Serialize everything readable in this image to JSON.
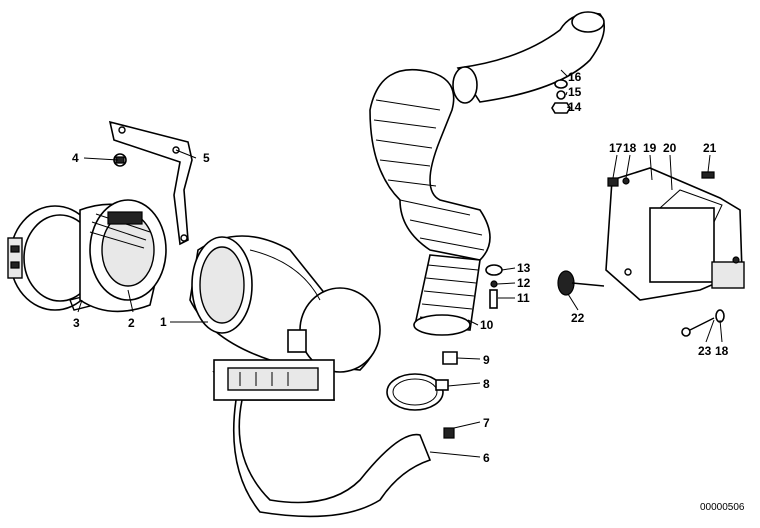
{
  "diagram": {
    "reference_code": "00000506",
    "callouts": [
      {
        "id": "c1",
        "text": "1"
      },
      {
        "id": "c2",
        "text": "2"
      },
      {
        "id": "c3",
        "text": "3"
      },
      {
        "id": "c4",
        "text": "4"
      },
      {
        "id": "c5",
        "text": "5"
      },
      {
        "id": "c6",
        "text": "6"
      },
      {
        "id": "c7",
        "text": "7"
      },
      {
        "id": "c8",
        "text": "8"
      },
      {
        "id": "c9",
        "text": "9"
      },
      {
        "id": "c10",
        "text": "10"
      },
      {
        "id": "c11",
        "text": "11"
      },
      {
        "id": "c12",
        "text": "12"
      },
      {
        "id": "c13",
        "text": "13"
      },
      {
        "id": "c14",
        "text": "14"
      },
      {
        "id": "c15",
        "text": "15"
      },
      {
        "id": "c16",
        "text": "16"
      },
      {
        "id": "c17",
        "text": "17"
      },
      {
        "id": "c18a",
        "text": "18"
      },
      {
        "id": "c19",
        "text": "19"
      },
      {
        "id": "c20",
        "text": "20"
      },
      {
        "id": "c21",
        "text": "21"
      },
      {
        "id": "c22",
        "text": "22"
      },
      {
        "id": "c23",
        "text": "23"
      },
      {
        "id": "c18b",
        "text": "18"
      }
    ]
  }
}
